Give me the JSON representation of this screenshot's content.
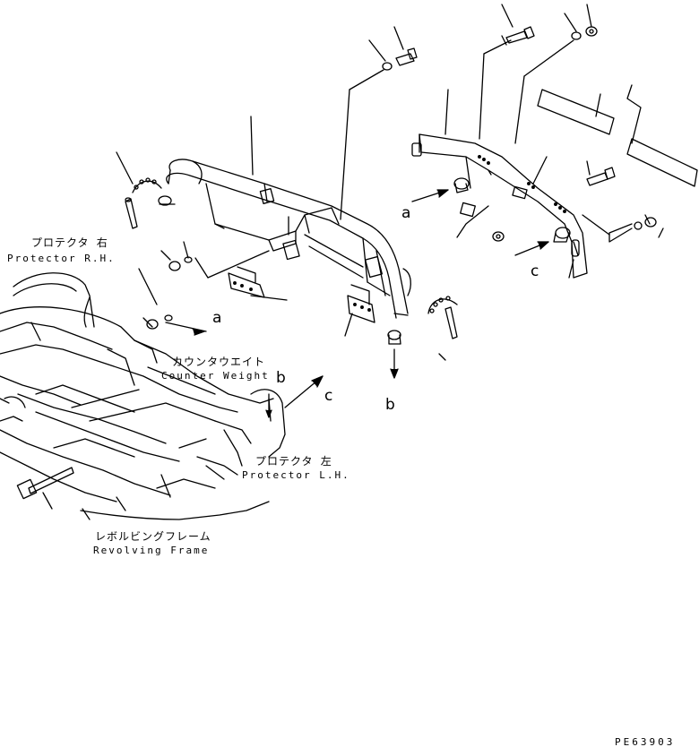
{
  "labels": {
    "protector_rh_jp": "プロテクタ 右",
    "protector_rh_en": "Protector R.H.",
    "counterweight_jp": "カウンタウエイト",
    "counterweight_en": "Counter Weight",
    "protector_lh_jp": "プロテクタ 左",
    "protector_lh_en": "Protector L.H.",
    "revolving_frame_jp": "レボルビングフレーム",
    "revolving_frame_en": "Revolving Frame"
  },
  "callouts": {
    "a": "a",
    "b": "b",
    "c": "c"
  },
  "drawing_code": "PE63903"
}
